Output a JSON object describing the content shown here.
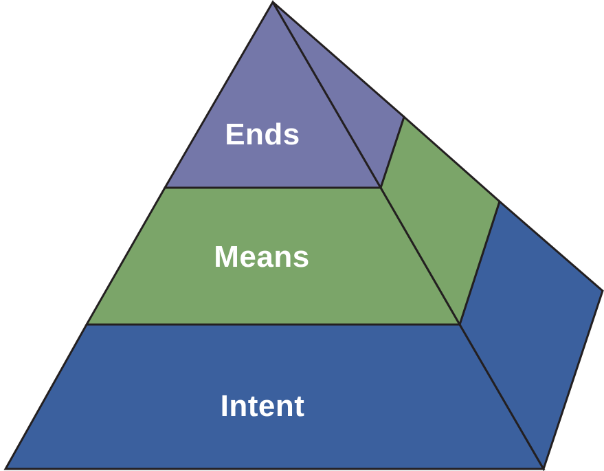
{
  "diagram": {
    "type": "pyramid-3d",
    "stroke_color": "#231f20",
    "background_color": "#ffffff",
    "label_color": "#ffffff",
    "layers": [
      {
        "id": "ends",
        "label": "Ends",
        "color": "#7477a9",
        "position": "top"
      },
      {
        "id": "means",
        "label": "Means",
        "color": "#7ba569",
        "position": "middle"
      },
      {
        "id": "intent",
        "label": "Intent",
        "color": "#3b609e",
        "position": "bottom"
      }
    ]
  }
}
